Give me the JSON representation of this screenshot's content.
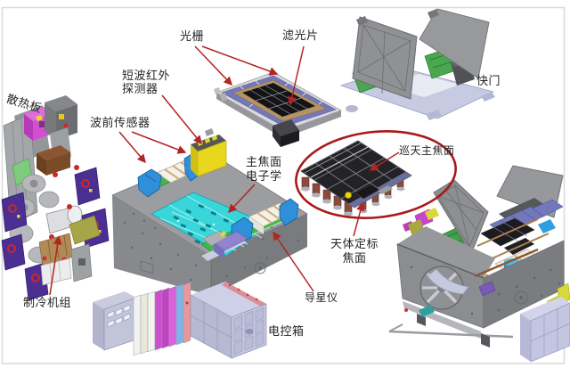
{
  "figure": {
    "kind": "spacecraft survey camera labeled engineering diagram",
    "language": "zh-CN"
  },
  "palette": {
    "background": "#ffffff",
    "frame_border": "#d9d9db",
    "label_text": "#252525",
    "annotation_arrow": "#b32424",
    "highlight_ellipse": "#a81a1a",
    "focal_tile_purple": "#7477b8",
    "detector_black": "#141416",
    "electronics_cyan": "#38d6d8",
    "bracket_blue": "#2f8fd8",
    "detector_yellow": "#e9d71d",
    "shelf_green": "#41b84a",
    "body_gray": "#9b9da0",
    "ebox_lavender": "#c6c8e0",
    "cooling_purple": "#4b2f93"
  },
  "labels": {
    "grating": "光栅",
    "filter": "滤光片",
    "shutter": "快门",
    "swir_detector": "短波红外\n探测器",
    "radiator_panel": "散热板",
    "wavefront_sensor": "波前传感器",
    "focal_plane_electronics": "主焦面\n电子学",
    "survey_main_focal_plane": "巡天主焦面",
    "calibration_focal_plane": "天体定标\n焦面",
    "cooling_unit": "制冷机组",
    "star_guider": "导星仪",
    "electronics_box": "电控箱"
  }
}
